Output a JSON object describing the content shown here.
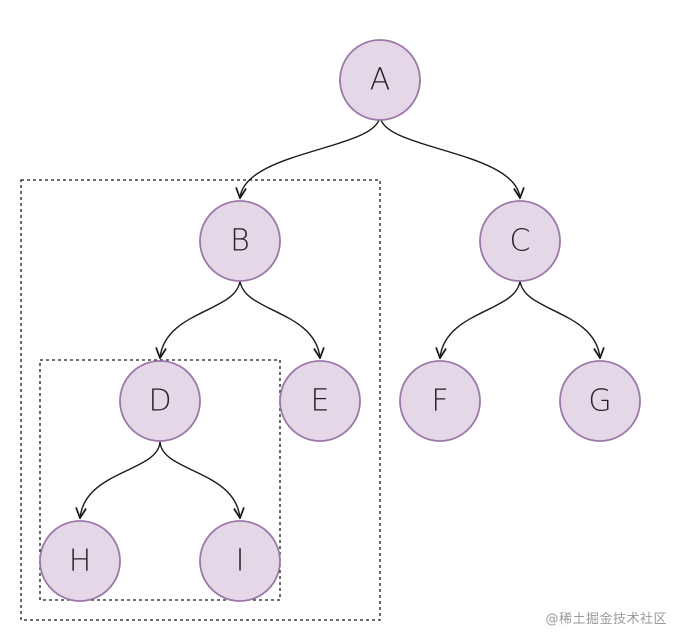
{
  "nodes": {
    "A": "A",
    "B": "B",
    "C": "C",
    "D": "D",
    "E": "E",
    "F": "F",
    "G": "G",
    "H": "H",
    "I": "I"
  },
  "edges": [
    [
      "A",
      "B"
    ],
    [
      "A",
      "C"
    ],
    [
      "B",
      "D"
    ],
    [
      "B",
      "E"
    ],
    [
      "C",
      "F"
    ],
    [
      "C",
      "G"
    ],
    [
      "D",
      "H"
    ],
    [
      "D",
      "I"
    ]
  ],
  "subtree_boxes": [
    "B",
    "D"
  ],
  "colors": {
    "node_fill": "#e4d7e8",
    "node_stroke": "#9b78a8",
    "edge": "#1a1a1a"
  },
  "watermark": "@稀土掘金技术社区"
}
